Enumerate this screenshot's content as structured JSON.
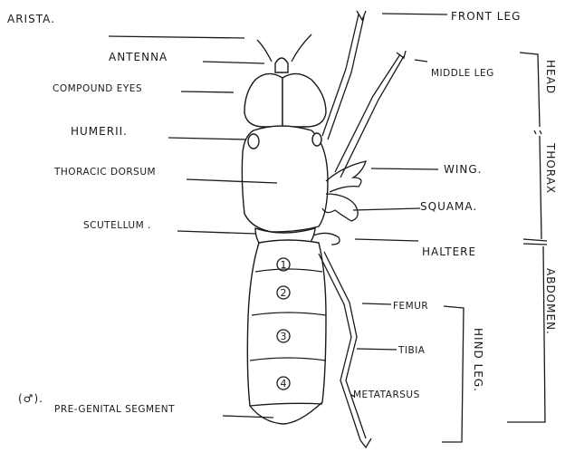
{
  "labels": {
    "arista": "ARISTA.",
    "antenna": "ANTENNA",
    "compound_eyes": "COMPOUND EYES",
    "humerii": "HUMERII.",
    "thoracic_dorsum": "THORACIC DORSUM",
    "scutellum": "SCUTELLUM .",
    "pre_genital_segment": "PRE-GENITAL SEGMENT",
    "male_symbol": "(♂).",
    "front_leg": "FRONT LEG",
    "middle_leg": "MIDDLE LEG",
    "wing": "WING.",
    "squama": "SQUAMA.",
    "haltere": "HALTERE",
    "femur": "FEMUR",
    "tibia": "TIBIA",
    "metatarsus": "METATARSUS",
    "hind_leg": "HIND LEG.",
    "head": "HEAD",
    "thorax": "THORAX",
    "abdomen": "ABDOMEN."
  },
  "segments": [
    "1",
    "2",
    "3",
    "4"
  ]
}
